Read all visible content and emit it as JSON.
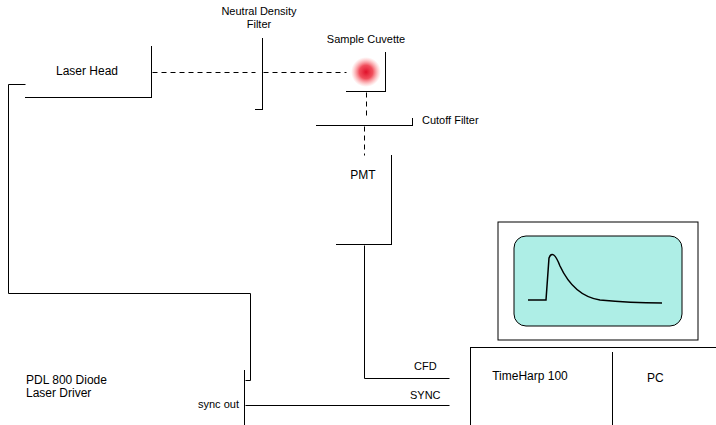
{
  "diagram": {
    "nodes": [
      {
        "text": [
          "Laser Head"
        ]
      },
      {
        "text": [
          "Neutral Density Filter"
        ]
      },
      {
        "text": [
          "Sample Cuvette"
        ]
      },
      {
        "text": [
          "Cutoff Filter"
        ]
      },
      {
        "text": [
          "PMT"
        ]
      },
      {
        "text": [
          "PDL 800 Diode Laser Driver",
          "sync out"
        ]
      },
      {
        "text": [
          "PC"
        ]
      },
      {
        "text": [
          "TimeHarp 100"
        ],
        "in": 6
      }
    ],
    "edges": [
      {
        "from": 0,
        "to": 1,
        "arrow": "none"
      },
      {
        "from": 1,
        "to": 2,
        "arrow": "none"
      },
      {
        "from": 2,
        "to": 3,
        "arrow": "none"
      },
      {
        "from": 3,
        "to": 4,
        "arrow": "none"
      },
      {
        "from": 4,
        "to": 7,
        "arrow": "none"
      },
      {
        "from": 5,
        "to": 0,
        "arrow": "none"
      },
      {
        "from": 5,
        "to": 7,
        "arrow": "none"
      }
    ],
    "labels": [
      "CFD",
      "SYNC"
    ]
  }
}
